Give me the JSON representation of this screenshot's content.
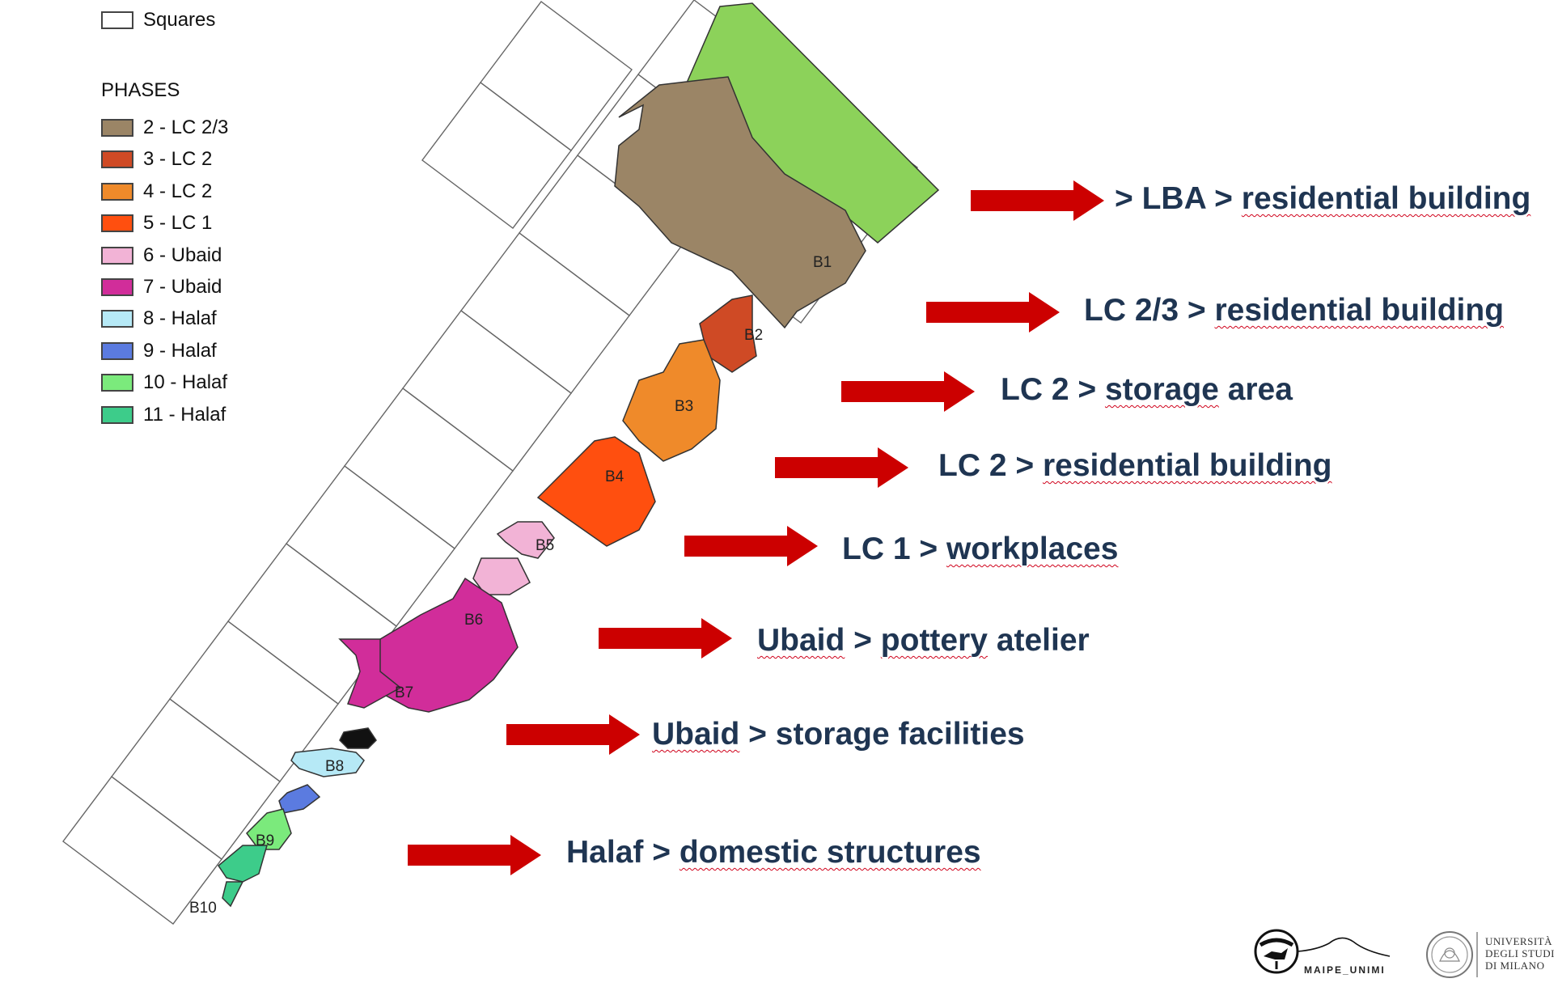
{
  "legend": {
    "squares_label": "Squares",
    "phases_title": "PHASES",
    "phases": [
      {
        "label": "2 - LC 2/3",
        "color": "#9b8566"
      },
      {
        "label": "3 - LC 2",
        "color": "#cf4a25"
      },
      {
        "label": "4 - LC 2",
        "color": "#ef8a2a"
      },
      {
        "label": "5 - LC 1",
        "color": "#ff4f0f"
      },
      {
        "label": "6 - Ubaid",
        "color": "#f2b3d6"
      },
      {
        "label": "7 - Ubaid",
        "color": "#d12d9a"
      },
      {
        "label": "8 - Halaf",
        "color": "#b6e9f6"
      },
      {
        "label": "9 - Halaf",
        "color": "#5b7be0"
      },
      {
        "label": "10 - Halaf",
        "color": "#7bea7c"
      },
      {
        "label": "11 - Halaf",
        "color": "#3dcc8a"
      }
    ]
  },
  "trench_labels": [
    "B1",
    "B2",
    "B3",
    "B4",
    "B5",
    "B6",
    "B7",
    "B8",
    "B9",
    "B10"
  ],
  "annotations": [
    {
      "pre": "> LBA > ",
      "term": "residential building",
      "post": ""
    },
    {
      "pre": "LC 2/3 > ",
      "term": "residential building",
      "post": ""
    },
    {
      "pre": "LC 2 > ",
      "term": "storage",
      "post": " area"
    },
    {
      "pre": "LC 2 > ",
      "term": "residential building",
      "post": ""
    },
    {
      "pre": "LC 1 > ",
      "term": "workplaces",
      "post": ""
    },
    {
      "pre": "",
      "term": "Ubaid",
      "mid": " > ",
      "term2": "pottery",
      "post": " atelier"
    },
    {
      "pre": "",
      "term": "Ubaid",
      "mid": "",
      "term2": "",
      "post": " > storage facilities"
    },
    {
      "pre": "Halaf > ",
      "term": "domestic structures",
      "post": ""
    }
  ],
  "logos": {
    "maipe": "MAIPE_UNIMI",
    "unimi_lines": [
      "UNIVERSITÀ",
      "DEGLI STUDI",
      "DI MILANO"
    ]
  },
  "colors": {
    "arrow": "#cc0000",
    "text": "#1f3552",
    "lba_green": "#8cd25a"
  }
}
